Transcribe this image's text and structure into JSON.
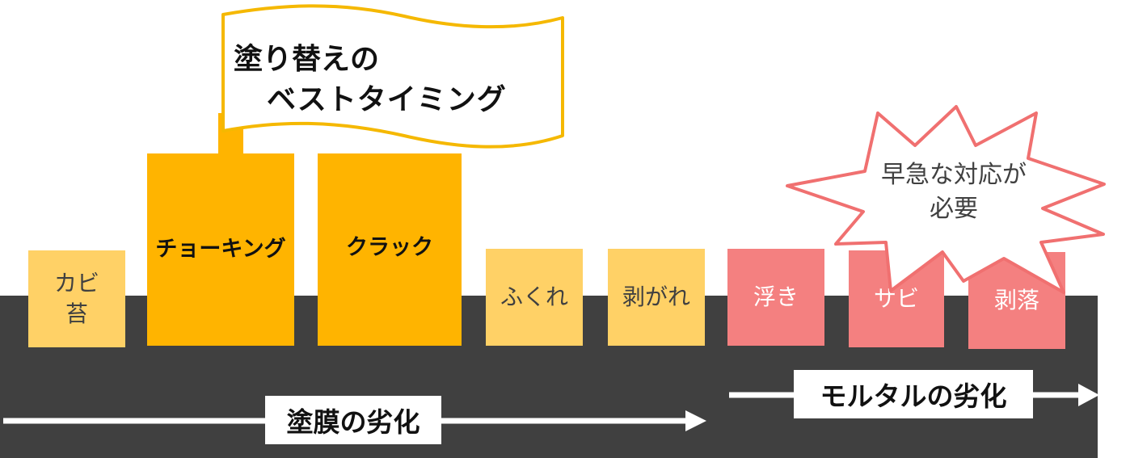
{
  "flag": {
    "line1": "塗り替えの",
    "line2": "ベストタイミング"
  },
  "callout": {
    "text": "早急な対応が\n必要"
  },
  "stages": [
    {
      "label": "カビ\n苔",
      "type": "coating"
    },
    {
      "label": "チョーキング",
      "type": "best-timing"
    },
    {
      "label": "クラック",
      "type": "best-timing"
    },
    {
      "label": "ふくれ",
      "type": "coating"
    },
    {
      "label": "剥がれ",
      "type": "coating"
    },
    {
      "label": "浮き",
      "type": "mortar"
    },
    {
      "label": "サビ",
      "type": "mortar"
    },
    {
      "label": "剥落",
      "type": "mortar"
    }
  ],
  "arrows": {
    "coating": "塗膜の劣化",
    "mortar": "モルタルの劣化"
  },
  "colors": {
    "base": "#404040",
    "coating": "#ffd166",
    "best_timing": "#ffb400",
    "mortar": "#f48080",
    "flag_border": "#f5b800",
    "burst_border": "#f07070"
  }
}
